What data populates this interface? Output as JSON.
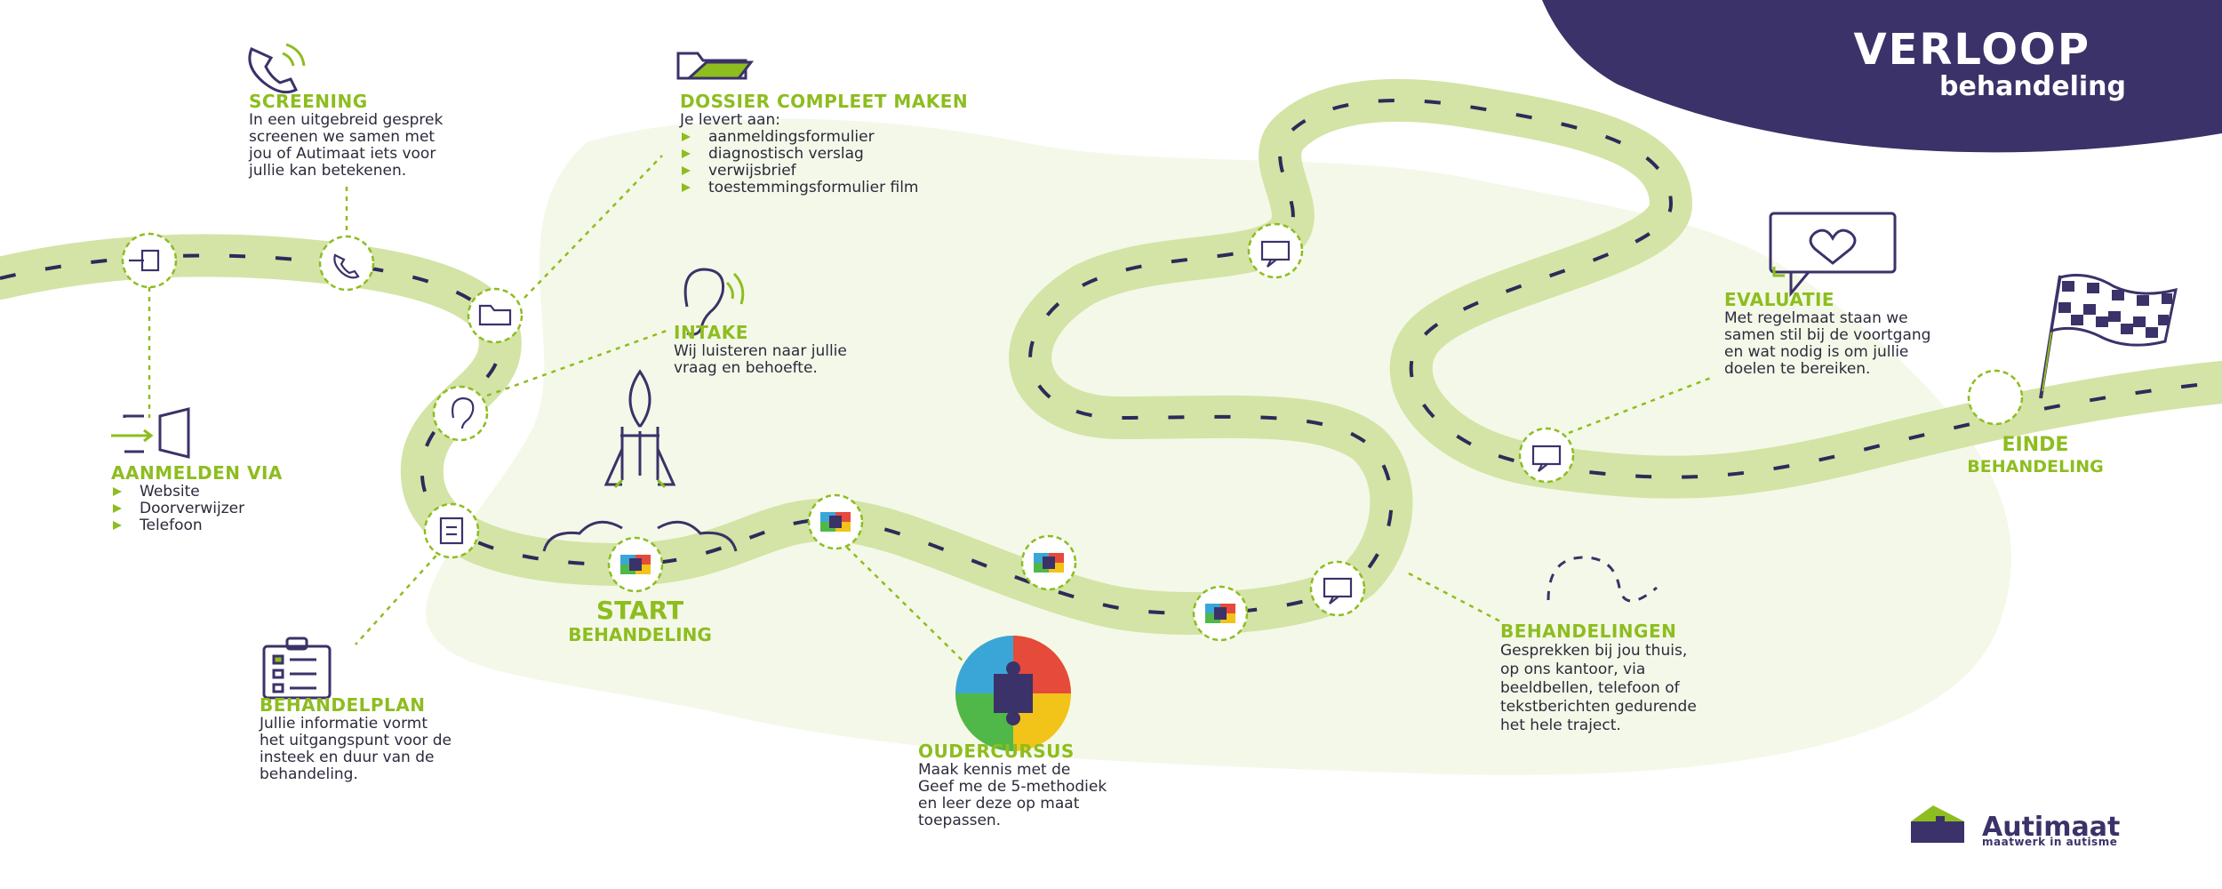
{
  "title": {
    "main": "VERLOOP",
    "sub": "behandeling"
  },
  "start": {
    "line1": "START",
    "line2": "BEHANDELING"
  },
  "end": {
    "line1": "EINDE",
    "line2": "BEHANDELING"
  },
  "aanmelden": {
    "heading": "AANMELDEN VIA",
    "items": [
      "Website",
      "Doorverwijzer",
      "Telefoon"
    ]
  },
  "screening": {
    "heading": "SCREENING",
    "lines": [
      "In een uitgebreid gesprek",
      "screenen we samen met",
      "jou of Autimaat iets voor",
      "jullie kan betekenen."
    ]
  },
  "dossier": {
    "heading": "DOSSIER COMPLEET MAKEN",
    "intro": "Je levert aan:",
    "items": [
      "aanmeldingsformulier",
      "diagnostisch verslag",
      "verwijsbrief",
      "toestemmingsformulier film"
    ]
  },
  "intake": {
    "heading": "INTAKE",
    "lines": [
      "Wij luisteren naar jullie",
      "vraag en behoefte."
    ]
  },
  "behandelplan": {
    "heading": "BEHANDELPLAN",
    "lines": [
      "Jullie informatie vormt",
      "het uitgangspunt voor de",
      "insteek en duur van de",
      "behandeling."
    ]
  },
  "oudercursus": {
    "heading": "OUDERCURSUS",
    "lines": [
      "Maak kennis met de",
      "Geef me de 5-methodiek",
      "en leer deze op maat",
      "toepassen."
    ]
  },
  "behandelingen": {
    "heading": "BEHANDELINGEN",
    "lines": [
      "Gesprekken bij jou thuis,",
      "op ons kantoor, via",
      "beeldbellen, telefoon of",
      "tekstberichten gedurende",
      "het hele traject."
    ]
  },
  "evaluatie": {
    "heading": "EVALUATIE",
    "lines": [
      "Met regelmaat staan we",
      "samen stil bij de voortgang",
      "en wat nodig is om jullie",
      "doelen te bereiken."
    ]
  },
  "logo": {
    "name": "Autimaat",
    "tagline": "maatwerk in autisme"
  },
  "colors": {
    "road": "#d3e4a6",
    "accent": "#8dbd1f",
    "purple": "#3b3269",
    "blob": "#f4f8e8"
  }
}
